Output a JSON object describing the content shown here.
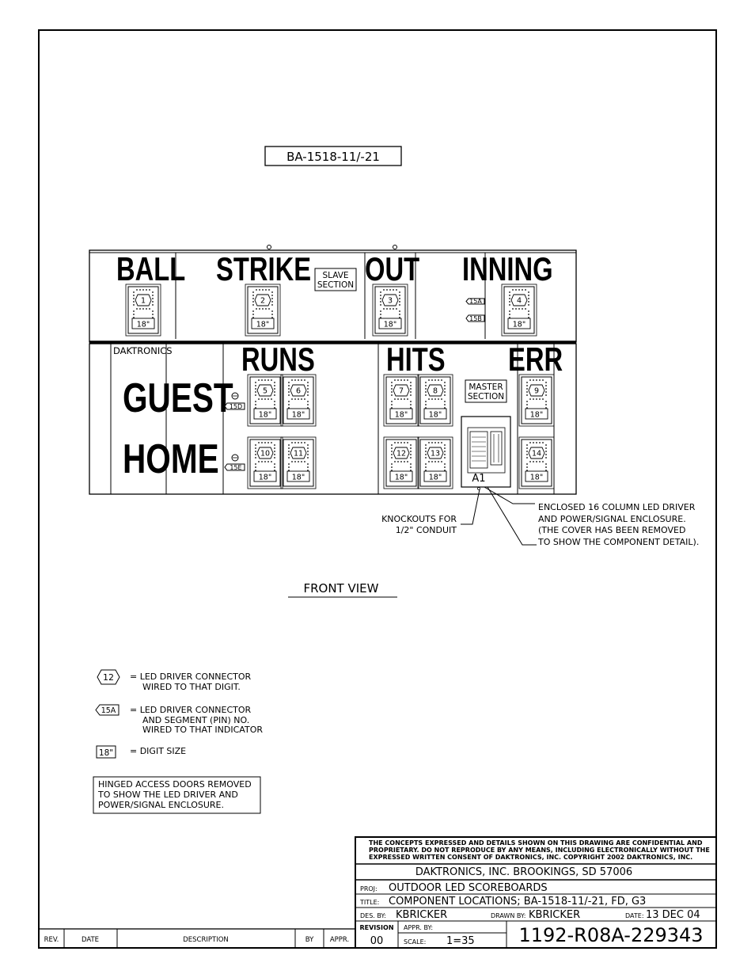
{
  "model_label": "BA-1518-11/-21",
  "slave_section": [
    "SLAVE",
    "SECTION"
  ],
  "master_section": [
    "MASTER",
    "SECTION"
  ],
  "scoreboard": {
    "ball": "BALL",
    "strike": "STRIKE",
    "out": "OUT",
    "inning": "INNING",
    "brand": "DAKTRONICS",
    "runs": "RUNS",
    "hits": "HITS",
    "err": "ERR",
    "guest": "GUEST",
    "home": "HOME",
    "digit_size": "18\"",
    "digits": [
      "1",
      "2",
      "3",
      "4",
      "5",
      "6",
      "7",
      "8",
      "9",
      "10",
      "11",
      "12",
      "13",
      "14"
    ],
    "connector_15a": "15A",
    "connector_15b": "15B",
    "connector_15d": "15D",
    "connector_15e": "15E",
    "enclosure_id": "A1"
  },
  "notes": {
    "knockouts": [
      "KNOCKOUTS FOR",
      "1/2\" CONDUIT"
    ],
    "enclosure": [
      "ENCLOSED 16 COLUMN LED DRIVER",
      "AND POWER/SIGNAL ENCLOSURE.",
      "(THE COVER HAS BEEN REMOVED",
      "TO SHOW THE COMPONENT DETAIL)."
    ]
  },
  "view_title": "FRONT VIEW",
  "legend": {
    "digit_symbol": "12",
    "digit_desc": [
      "= LED DRIVER CONNECTOR",
      "WIRED TO THAT DIGIT."
    ],
    "pin_symbol": "15A",
    "pin_desc": [
      "= LED DRIVER CONNECTOR",
      "AND SEGMENT (PIN) NO.",
      "WIRED TO THAT INDICATOR"
    ],
    "size_symbol": "18\"",
    "size_desc": "= DIGIT SIZE",
    "note": [
      "HINGED ACCESS DOORS REMOVED",
      "TO SHOW THE LED DRIVER AND",
      "POWER/SIGNAL ENCLOSURE."
    ]
  },
  "title_block": {
    "confidential": [
      "THE CONCEPTS EXPRESSED AND DETAILS SHOWN ON THIS DRAWING ARE CONFIDENTIAL AND",
      "PROPRIETARY. DO NOT REPRODUCE BY ANY MEANS, INCLUDING ELECTRONICALLY WITHOUT THE",
      "EXPRESSED WRITTEN CONSENT OF DAKTRONICS, INC.          COPYRIGHT 2002 DAKTRONICS, INC."
    ],
    "company": "DAKTRONICS, INC.   BROOKINGS, SD 57006",
    "proj_label": "PROJ:",
    "proj": "OUTDOOR LED SCOREBOARDS",
    "title_label": "TITLE:",
    "title": "COMPONENT LOCATIONS; BA-1518-11/-21, FD, G3",
    "des_label": "DES. BY:",
    "des_by": "KBRICKER",
    "drawn_label": "DRAWN BY:",
    "drawn_by": "KBRICKER",
    "date_label": "DATE:",
    "date": "13 DEC 04",
    "revision_label": "REVISION",
    "revision": "00",
    "appr_label": "APPR. BY:",
    "scale_label": "SCALE:",
    "scale": "1=35",
    "drawing_number": "1192-R08A-229343"
  },
  "revision_table": {
    "headers": [
      "REV.",
      "DATE",
      "DESCRIPTION",
      "BY",
      "APPR."
    ]
  }
}
